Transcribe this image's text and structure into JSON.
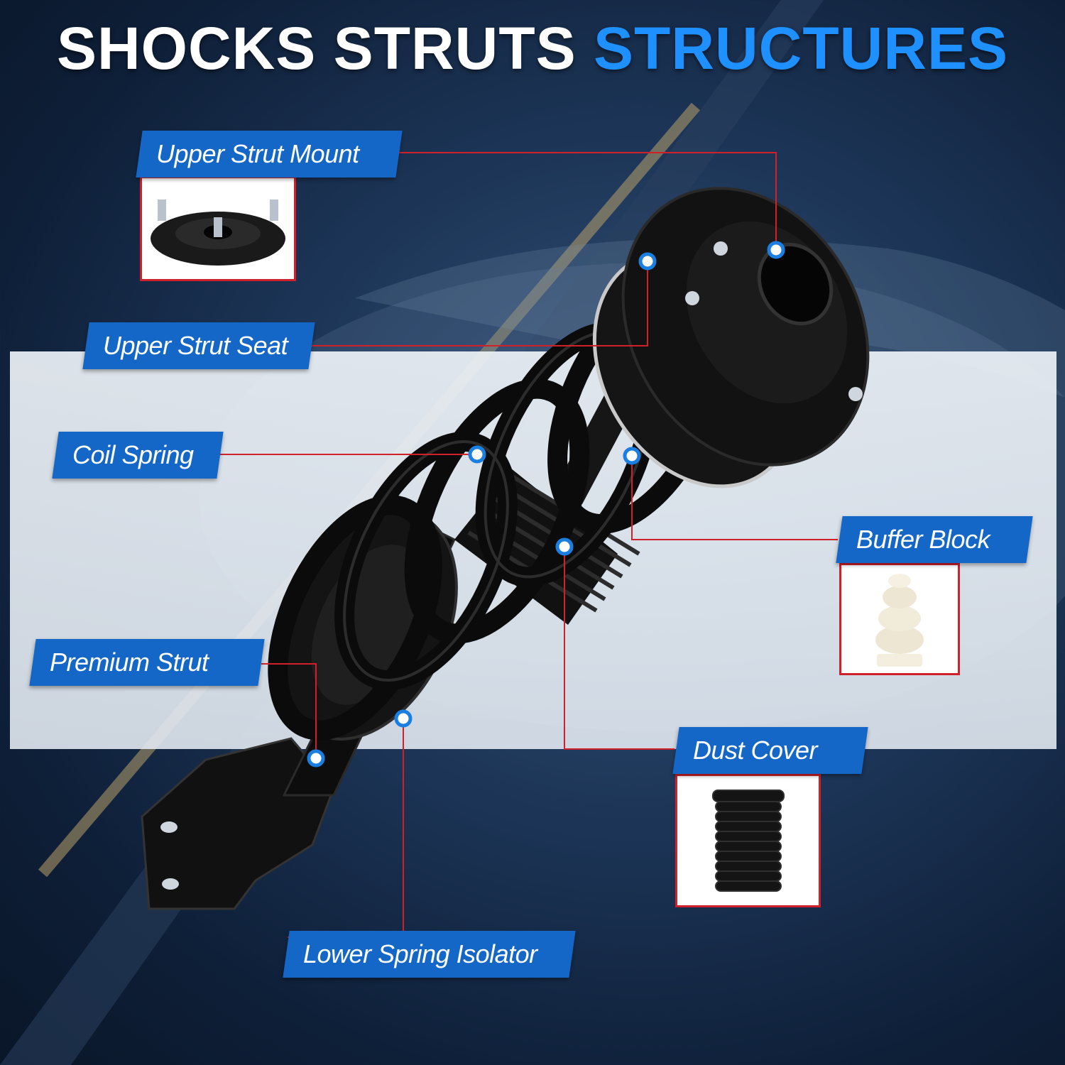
{
  "title": {
    "main": "SHOCKS STRUTS",
    "accent": "STRUCTURES"
  },
  "colors": {
    "label_bg": "#1467c7",
    "accent": "#1e90ff",
    "leader": "#d2202a",
    "marker": "#1a7fe0"
  },
  "labels": {
    "upper_strut_mount": "Upper Strut Mount",
    "upper_strut_seat": "Upper Strut Seat",
    "coil_spring": "Coil Spring",
    "premium_strut": "Premium Strut",
    "buffer_block": "Buffer Block",
    "dust_cover": "Dust Cover",
    "lower_spring_isolator": "Lower Spring Isolator"
  }
}
